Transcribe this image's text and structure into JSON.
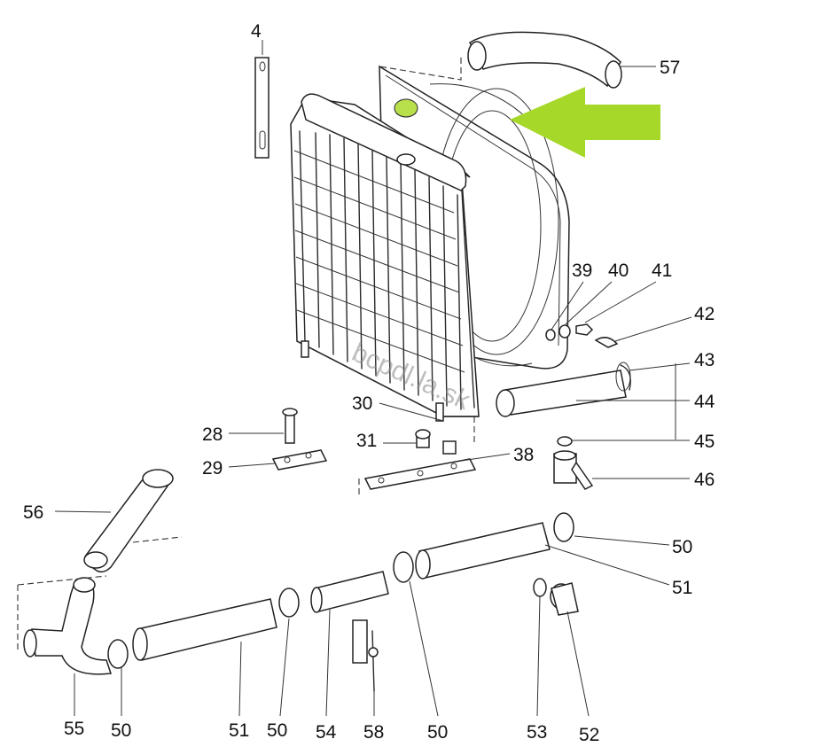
{
  "watermark": "bcpdl.la.sk",
  "arrow_color": "#a6d82a",
  "cap_color": "#b8e04a",
  "labels": {
    "l4": "4",
    "l57": "57",
    "l39": "39",
    "l40": "40",
    "l41": "41",
    "l42": "42",
    "l43": "43",
    "l44": "44",
    "l45": "45",
    "l46": "46",
    "l30": "30",
    "l28": "28",
    "l31": "31",
    "l38": "38",
    "l29": "29",
    "l56": "56",
    "l50a": "50",
    "l51a": "51",
    "l53": "53",
    "l52": "52",
    "l55": "55",
    "l50b": "50",
    "l51b": "51",
    "l50c": "50",
    "l54": "54",
    "l58": "58",
    "l50d": "50"
  }
}
